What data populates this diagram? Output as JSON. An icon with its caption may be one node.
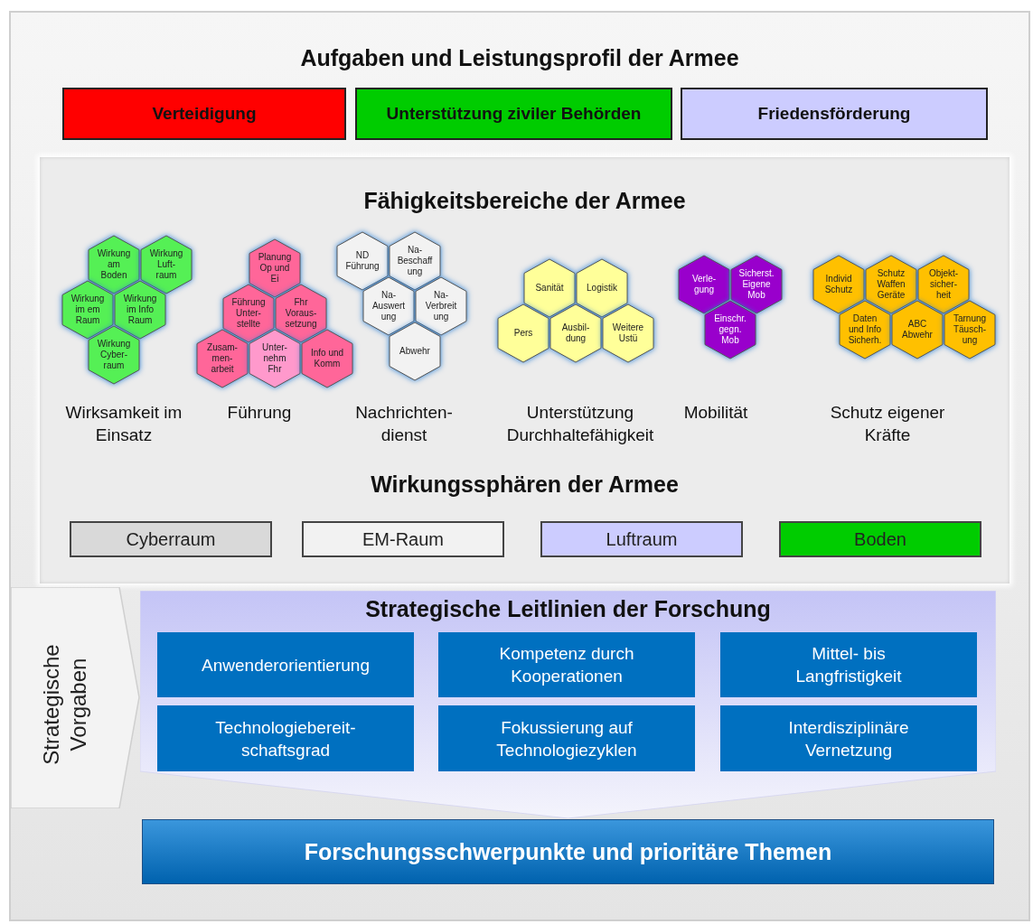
{
  "diagram": {
    "nodes": [
      {
        "text": [
          "Aufgaben und Leistungsprofil der Armee"
        ]
      },
      {
        "text": [
          "Verteidigung"
        ],
        "in": 0
      },
      {
        "text": [
          "Unterstützung ziviler Behörden"
        ],
        "in": 0
      },
      {
        "text": [
          "Friedensförderung"
        ],
        "in": 0
      },
      {
        "text": [
          "Fähigkeitsbereiche der Armee"
        ],
        "in": 0
      },
      {
        "text": [
          "Wirkung am Boden"
        ],
        "in": 4
      },
      {
        "text": [
          "Wirkung Luft- raum"
        ],
        "in": 4
      },
      {
        "text": [
          "Wirkung im em Raum"
        ],
        "in": 4
      },
      {
        "text": [
          "Wirkung im Info Raum"
        ],
        "in": 4
      },
      {
        "text": [
          "Wirkung Cyber- raum"
        ],
        "in": 4
      },
      {
        "text": [
          "Planung Op und Ei"
        ],
        "in": 4
      },
      {
        "text": [
          "Führung Unter- stellte"
        ],
        "in": 4
      },
      {
        "text": [
          "Fhr Voraus- setzung"
        ],
        "in": 4
      },
      {
        "text": [
          "Zusam- men- arbeit"
        ],
        "in": 4
      },
      {
        "text": [
          "Unter- nehm Fhr"
        ],
        "in": 4
      },
      {
        "text": [
          "Info und Komm"
        ],
        "in": 4
      },
      {
        "text": [
          "ND Führung"
        ],
        "in": 4
      },
      {
        "text": [
          "Na- Beschaff ung"
        ],
        "in": 4
      },
      {
        "text": [
          "Na- Auswert ung"
        ],
        "in": 4
      },
      {
        "text": [
          "Na- Verbreit ung"
        ],
        "in": 4
      },
      {
        "text": [
          "Abwehr"
        ],
        "in": 4
      },
      {
        "text": [
          "Sanität"
        ],
        "in": 4
      },
      {
        "text": [
          "Logistik"
        ],
        "in": 4
      },
      {
        "text": [
          "Pers"
        ],
        "in": 4
      },
      {
        "text": [
          "Ausbil- dung"
        ],
        "in": 4
      },
      {
        "text": [
          "Weitere Ustü"
        ],
        "in": 4
      },
      {
        "text": [
          "Verle- gung"
        ],
        "in": 4
      },
      {
        "text": [
          "Sicherst. Eigene Mob"
        ],
        "in": 4
      },
      {
        "text": [
          "Einschr. gegn. Mob"
        ],
        "in": 4
      },
      {
        "text": [
          "Individ Schutz"
        ],
        "in": 4
      },
      {
        "text": [
          "Schutz Waffen Geräte"
        ],
        "in": 4
      },
      {
        "text": [
          "Objekt- sicher- heit"
        ],
        "in": 4
      },
      {
        "text": [
          "Daten und Info Sicherh."
        ],
        "in": 4
      },
      {
        "text": [
          "ABC Abwehr"
        ],
        "in": 4
      },
      {
        "text": [
          "Tarnung Täusch- ung"
        ],
        "in": 4
      },
      {
        "text": [
          "Cyberraum"
        ],
        "in": 4
      },
      {
        "text": [
          "EM-Raum"
        ],
        "in": 4
      },
      {
        "text": [
          "Luftraum"
        ],
        "in": 4
      },
      {
        "text": [
          "Boden"
        ],
        "in": 4
      },
      {
        "text": [
          "Strategische Vorgaben"
        ],
        "in": 0
      },
      {
        "text": [
          "Strategische Leitlinien der Forschung"
        ],
        "in": 0
      },
      {
        "text": [
          "Anwenderorientierung"
        ],
        "in": 40
      },
      {
        "text": [
          "Kompetenz durch Kooperationen"
        ],
        "in": 40
      },
      {
        "text": [
          "Mittel- bis Langfristigkeit"
        ],
        "in": 40
      },
      {
        "text": [
          "Technologiebereit- schaftsgrad"
        ],
        "in": 40
      },
      {
        "text": [
          "Fokussierung auf Technologiezyklen"
        ],
        "in": 40
      },
      {
        "text": [
          "Interdisziplinäre Vernetzung"
        ],
        "in": 40
      },
      {
        "text": [
          "Forschungsschwerpunkte und prioritäre Themen"
        ],
        "in": 0
      }
    ],
    "labels": [
      "Wirksamkeit im Einsatz",
      "Führung",
      "Nachrichten- dienst",
      "Unterstützung Durchhaltefähigkeit",
      "Mobilität",
      "Schutz eigener Kräfte",
      "Wirkungssphären der Armee"
    ]
  }
}
